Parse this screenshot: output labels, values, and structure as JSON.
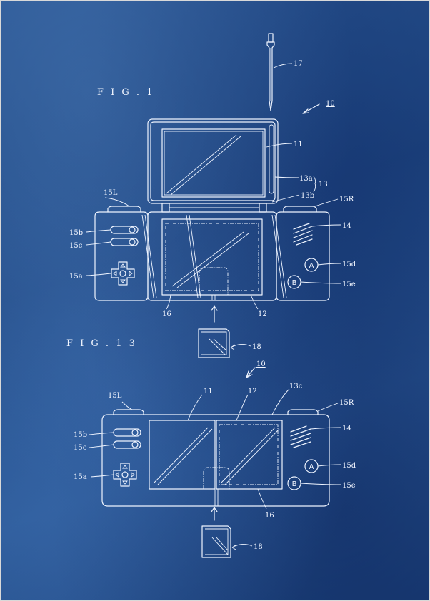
{
  "figures": [
    {
      "title": "F I G .  1",
      "ref_device": "10",
      "labels": {
        "stylus": "17",
        "upper_screen": "11",
        "hinge_a": "13a",
        "hinge": "13",
        "hinge_b": "13b",
        "left_shoulder": "15L",
        "right_shoulder": "15R",
        "speaker": "14",
        "button_b_upper": "15b",
        "button_c_upper": "15c",
        "dpad": "15a",
        "button_d": "15d",
        "button_e": "15e",
        "lower_frame": "16",
        "lower_screen": "12",
        "cartridge": "18"
      }
    },
    {
      "title": "F I G .  1 3",
      "ref_device": "10",
      "labels": {
        "left_screen": "11",
        "right_screen": "12",
        "body_edge": "13c",
        "left_shoulder": "15L",
        "right_shoulder": "15R",
        "speaker": "14",
        "button_b_upper": "15b",
        "button_c_upper": "15c",
        "dpad": "15a",
        "button_d": "15d",
        "button_e": "15e",
        "lower_frame": "16",
        "cartridge": "18"
      }
    }
  ],
  "buttons": {
    "a": "A",
    "b": "B"
  },
  "colors": {
    "background": "#1d4580",
    "line": "#eef4ff"
  }
}
